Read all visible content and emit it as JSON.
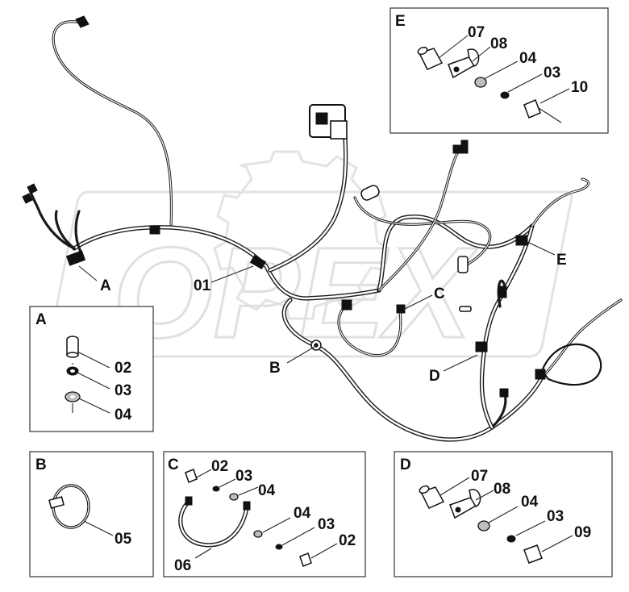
{
  "watermark": {
    "text": "OPEX"
  },
  "main": {
    "callouts": [
      {
        "id": "A",
        "text": "A"
      },
      {
        "id": "01",
        "text": "01"
      },
      {
        "id": "B",
        "text": "B"
      },
      {
        "id": "C",
        "text": "C"
      },
      {
        "id": "D",
        "text": "D"
      },
      {
        "id": "E",
        "text": "E"
      }
    ]
  },
  "detail_a": {
    "title": "A",
    "items": [
      {
        "label": "02",
        "part": "bolt"
      },
      {
        "label": "03",
        "part": "lock-washer"
      },
      {
        "label": "04",
        "part": "flat-washer"
      }
    ]
  },
  "detail_b": {
    "title": "B",
    "items": [
      {
        "label": "05",
        "part": "cable-strap"
      }
    ]
  },
  "detail_c": {
    "title": "C",
    "items": [
      {
        "label": "02",
        "part": "bolt"
      },
      {
        "label": "03",
        "part": "lock-washer"
      },
      {
        "label": "04",
        "part": "flat-washer"
      },
      {
        "label": "04",
        "part": "flat-washer"
      },
      {
        "label": "03",
        "part": "lock-washer"
      },
      {
        "label": "02",
        "part": "bolt"
      },
      {
        "label": "06",
        "part": "ground-strap"
      }
    ]
  },
  "detail_d": {
    "title": "D",
    "items": [
      {
        "label": "07",
        "part": "sleeve"
      },
      {
        "label": "08",
        "part": "clamp"
      },
      {
        "label": "04",
        "part": "flat-washer"
      },
      {
        "label": "03",
        "part": "lock-washer"
      },
      {
        "label": "09",
        "part": "bolt"
      }
    ]
  },
  "detail_e": {
    "title": "E",
    "items": [
      {
        "label": "07",
        "part": "sleeve"
      },
      {
        "label": "08",
        "part": "clamp"
      },
      {
        "label": "04",
        "part": "flat-washer"
      },
      {
        "label": "03",
        "part": "lock-washer"
      },
      {
        "label": "10",
        "part": "bolt"
      }
    ]
  }
}
